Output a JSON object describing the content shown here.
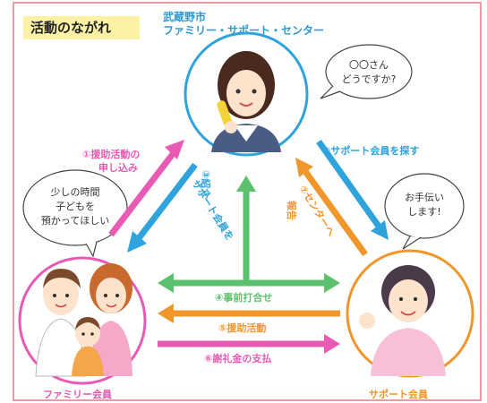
{
  "title": "活動のながれ",
  "center": {
    "line1": "武蔵野市",
    "line2": "ファミリー・サポート・センター"
  },
  "bubbles": {
    "center": {
      "line1": "〇〇さん",
      "line2": "どうですか?"
    },
    "family": {
      "line1": "少しの時間",
      "line2": "子どもを",
      "line3": "預かってほしい"
    },
    "support": {
      "line1": "お手伝い",
      "line2": "します!"
    }
  },
  "steps": {
    "s1": {
      "line1": "①援助活動の",
      "line2": "申し込み"
    },
    "s2": "②サポート会員を探す",
    "s3": {
      "line1": "③紹介",
      "line2": "サポート会員を"
    },
    "s4": "④事前打合せ",
    "s5": "⑤援助活動",
    "s6": "⑥謝礼金の支払",
    "s7": {
      "line1": "⑦センターへ",
      "line2": "報告"
    }
  },
  "labels": {
    "family": "ファミリー会員",
    "support": "サポート会員"
  },
  "colors": {
    "pink": "#e95ab4",
    "blue": "#2fa3dc",
    "green": "#5cc16e",
    "orange": "#f0962a",
    "frame": "#ec9aa6"
  }
}
